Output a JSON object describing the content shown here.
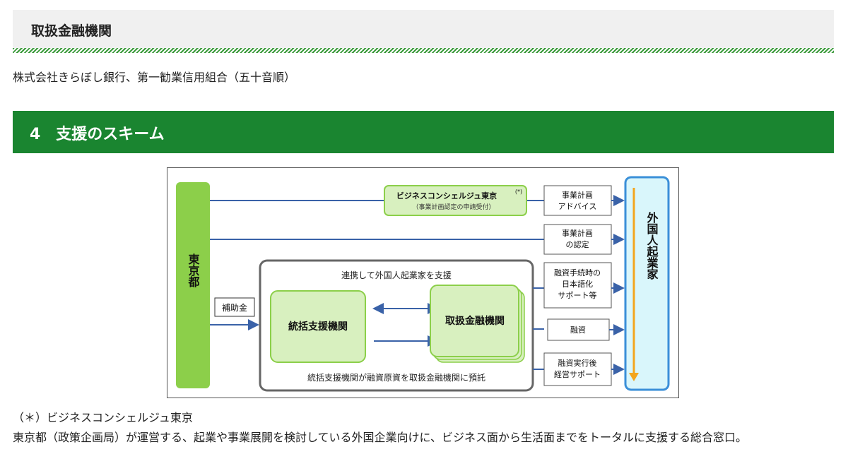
{
  "section_title": "取扱金融機関",
  "institutions_text": "株式会社きらぼし銀行、第一勧業信用組合（五十音順）",
  "scheme_heading": "4　支援のスキーム",
  "diagram": {
    "tokyo": "東京都",
    "consierge_title": "ビジネスコンシェルジュ東京",
    "consierge_mark": "(*)",
    "consierge_sub": "（事業計画認定の申請受付）",
    "subsidy": "補助金",
    "cooperation": "連携して外国人起業家を支援",
    "general_org": "統括支援機関",
    "finance_org": "取扱金融機関",
    "deposit_note": "統括支援機関が融資原資を取扱金融機関に預託",
    "target": "外国人起業家",
    "services": [
      {
        "l1": "事業計画",
        "l2": "アドバイス"
      },
      {
        "l1": "事業計画",
        "l2": "の認定"
      },
      {
        "l1": "融資手続時の",
        "l2": "日本語化",
        "l3": "サポート等"
      },
      {
        "l1": "融資"
      },
      {
        "l1": "融資実行後",
        "l2": "経営サポート"
      }
    ],
    "colors": {
      "green": "#8ccf4a",
      "light_green": "#d8f0bf",
      "blue": "#3a62a8",
      "cyan": "#d9f6fb",
      "orange": "#f3a51d"
    }
  },
  "footnote_title": "（＊）ビジネスコンシェルジュ東京",
  "footnote_body": "東京都（政策企画局）が運営する、起業や事業展開を検討している外国企業向けに、ビジネス面から生活面までをトータルに支援する総合窓口。"
}
